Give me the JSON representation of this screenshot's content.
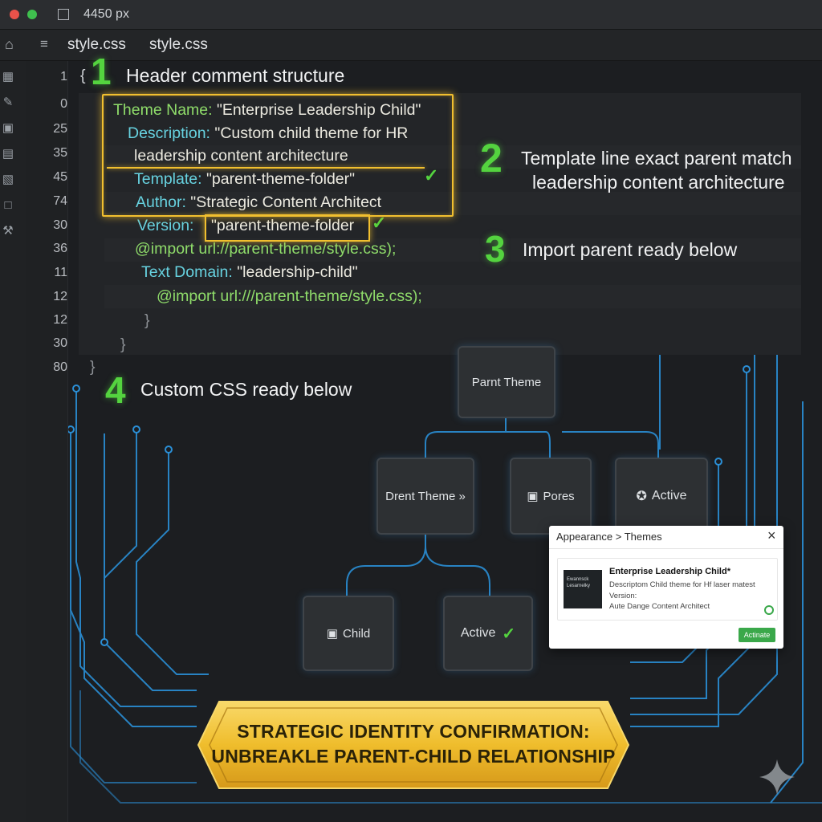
{
  "titlebar": {
    "size_label": "4450 px"
  },
  "tabs": [
    "style.css",
    "style.css"
  ],
  "line_numbers": [
    "1",
    "0",
    "25",
    "35",
    "45",
    "74",
    "30",
    "36",
    "11",
    "12",
    "12",
    "30",
    "80"
  ],
  "code": {
    "l1_brace": "{",
    "theme_name_key": "Theme Name:",
    "theme_name_val": "\"Enterprise Leadership Child\"",
    "description_key": "Description:",
    "description_val": "\"Custom child theme for HR",
    "description_cont": "leadership content architecture",
    "template_key": "Template:",
    "template_val": "\"parent-theme-folder\"",
    "author_key": "Author:",
    "author_val": "\"Strategic Content Architect",
    "version_key": "Version:",
    "version_val": "\"parent-theme-folder",
    "import1": "@import url://parent-theme/style.css);",
    "textdomain_key": "Text Domain:",
    "textdomain_val": "\"leadership-child\"",
    "import2": "@import url:///parent-theme/style.css);",
    "close1": "}",
    "close2": "}",
    "close3": "}"
  },
  "annotations": [
    {
      "num": "1",
      "text": "Header comment structure"
    },
    {
      "num": "2",
      "text": "Template line exact parent match",
      "text2": "leadership content architecture"
    },
    {
      "num": "3",
      "text": "Import parent ready below"
    },
    {
      "num": "4",
      "text": "Custom CSS ready below"
    }
  ],
  "diagram": {
    "parent": "Parnt Theme",
    "drent": "Drent Theme »",
    "pores": "Pores",
    "active_top": "Active",
    "child": "Child",
    "active_bottom": "Active"
  },
  "dialog": {
    "breadcrumb": "Appearance > Themes",
    "close": "×",
    "theme_title": "Enterprise Leadership Child*",
    "line1": "Descriptom Child theme for Hf laser matest",
    "line2": "Version:",
    "line3": "Aute Dange Content Architect",
    "thumb_text": "Ewannsck Lesarnelky",
    "activate": "Actinate"
  },
  "banner": {
    "line1": "STRATEGIC IDENTITY CONFIRMATION:",
    "line2": "UNBREAKLE PARENT-CHILD RELATIONSHIP"
  },
  "colors": {
    "accent_gold": "#f1bf2f",
    "accent_green": "#54d33f",
    "circuit_blue": "#2b8fd6",
    "activate_green": "#3aa84a"
  }
}
